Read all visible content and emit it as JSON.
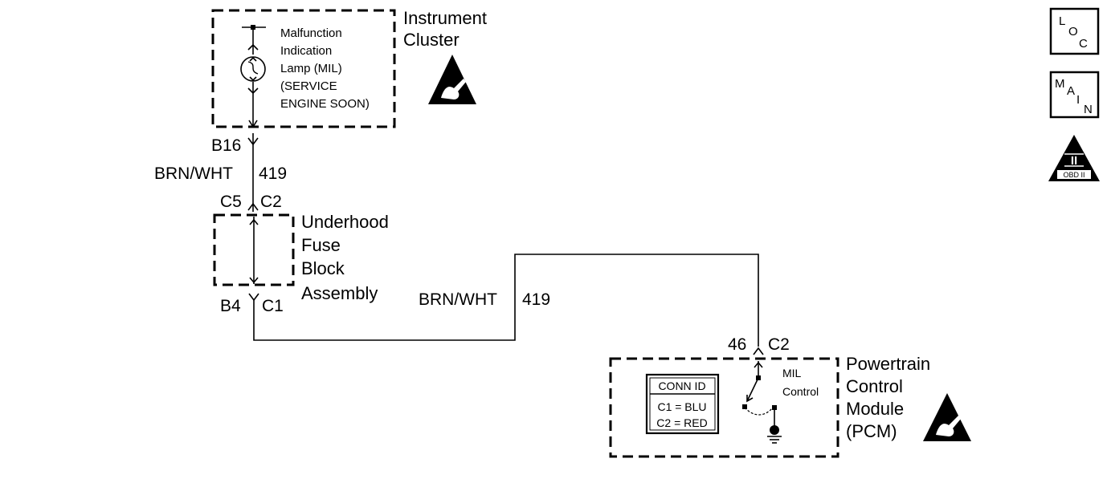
{
  "instrument_cluster": {
    "label_line1": "Instrument",
    "label_line2": "Cluster",
    "mil_line1": "Malfunction",
    "mil_line2": "Indication",
    "mil_line3": "Lamp (MIL)",
    "mil_line4": "(SERVICE",
    "mil_line5": "ENGINE SOON)"
  },
  "wire_upper": {
    "pin_top": "B16",
    "color": "BRN/WHT",
    "circuit": "419",
    "pin_left": "C5",
    "pin_right": "C2"
  },
  "fuse_block": {
    "line1": "Underhood",
    "line2": "Fuse",
    "line3": "Block",
    "line4": "Assembly",
    "pin_bottom_left": "B4",
    "pin_bottom_right": "C1"
  },
  "wire_lower": {
    "color": "BRN/WHT",
    "circuit": "419"
  },
  "pcm": {
    "pin": "46",
    "connector": "C2",
    "line1": "Powertrain",
    "line2": "Control",
    "line3": "Module",
    "line4": "(PCM)",
    "switch_line1": "MIL",
    "switch_line2": "Control",
    "conn_id_title": "CONN ID",
    "conn_id_row1": "C1 = BLU",
    "conn_id_row2": "C2 = RED"
  },
  "side_icons": {
    "loc_l": "L",
    "loc_o": "O",
    "loc_c": "C",
    "main_m": "M",
    "main_a": "A",
    "main_i": "I",
    "main_n": "N",
    "obd_numeral": "II",
    "obd_label": "OBD II"
  }
}
